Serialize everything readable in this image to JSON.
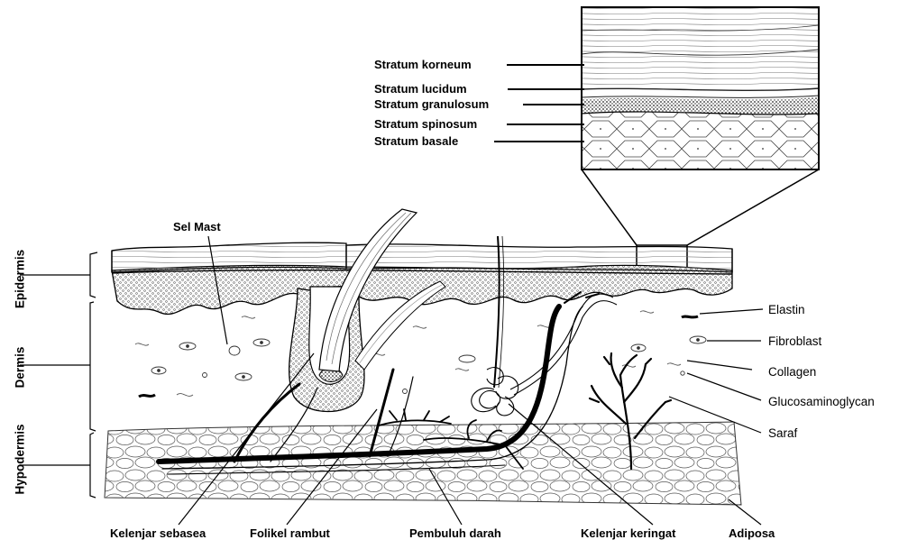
{
  "inset_labels": {
    "korneum": "Stratum korneum",
    "lucidum": "Stratum lucidum",
    "granulosum": "Stratum granulosum",
    "spinosum": "Stratum spinosum",
    "basale": "Stratum basale"
  },
  "layer_labels": {
    "epidermis": "Epidermis",
    "dermis": "Dermis",
    "hypodermis": "Hypodermis"
  },
  "top_labels": {
    "sel_mast": "Sel Mast"
  },
  "right_labels": {
    "elastin": "Elastin",
    "fibroblast": "Fibroblast",
    "collagen": "Collagen",
    "glucosaminoglycan": "Glucosaminoglycan",
    "saraf": "Saraf"
  },
  "bottom_labels": {
    "kelenjar_sebasea": "Kelenjar sebasea",
    "folikel_rambut": "Folikel rambut",
    "pembuluh_darah": "Pembuluh darah",
    "kelenjar_keringat": "Kelenjar keringat",
    "adiposa": "Adiposa"
  }
}
